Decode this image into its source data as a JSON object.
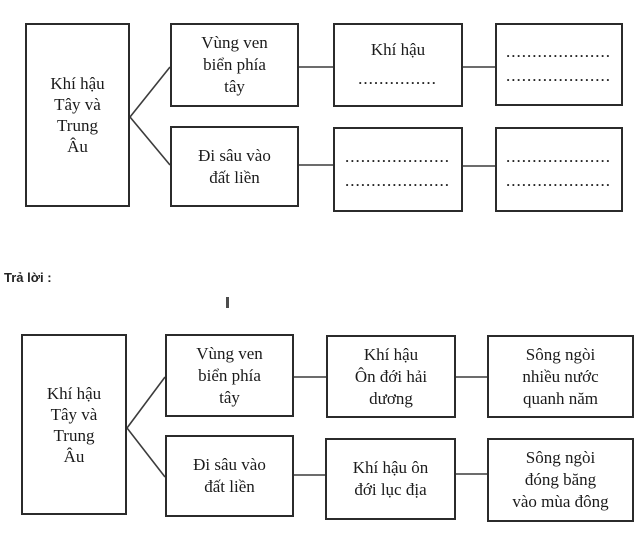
{
  "question_diagram": {
    "root": "Khí hậu\nTây và\nTrung\nÂu",
    "coastal": "Vùng ven\nbiển phía\ntây",
    "coastal_climate_label": "Khí hậu",
    "coastal_climate_blank": "...............",
    "coastal_rivers_blank": "....................\n....................",
    "inland": "Đi sâu vào\nđất liền",
    "inland_climate_blank": "....................\n....................",
    "inland_rivers_blank": "....................\n...................."
  },
  "answer_label": "Trả lời :",
  "answer_diagram": {
    "root": "Khí hậu\nTây và\nTrung\nÂu",
    "coastal": "Vùng ven\nbiển phía\ntây",
    "coastal_climate": "Khí hậu\nÔn đới hải\ndương",
    "coastal_rivers": "Sông ngòi\nnhiều nước\nquanh năm",
    "inland": "Đi sâu vào\nđất liền",
    "inland_climate": "Khí hậu ôn\nđới lục địa",
    "inland_rivers": "Sông ngòi\nđóng băng\nvào mùa đông"
  },
  "colors": {
    "border": "#2b2b2b",
    "connector": "#3c3c3c",
    "text": "#1b1b1b",
    "background": "#ffffff"
  }
}
